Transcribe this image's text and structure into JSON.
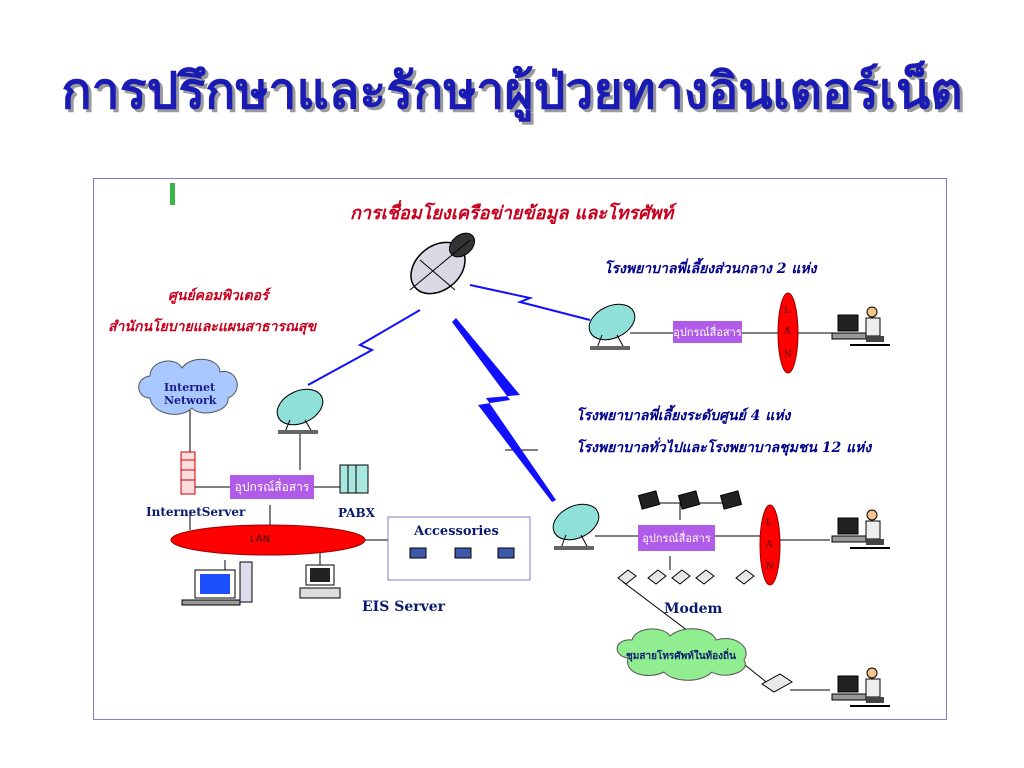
{
  "title": "การปรึกษาและรักษาผู้ป่วยทางอินเตอร์เน็ต",
  "diagram": {
    "heading": "การเชื่อมโยงเครือข่ายข้อมูล และโทรศัพท์",
    "computer_center_line1": "ศูนย์คอมพิวเตอร์",
    "computer_center_line2": "สำนักนโยบายและแผนสาธารณสุข",
    "hospital_group_1": "โรงพยาบาลพี่เลี้ยงส่วนกลาง 2 แห่ง",
    "hospital_group_2": "โรงพยาบาลพี่เลี้ยงระดับศูนย์ 4 แห่ง",
    "hospital_group_3": "โรงพยาบาลทั่วไปและโรงพยาบาลชุมชน 12 แห่ง",
    "internet_line1": "Internet",
    "internet_line2": "Network",
    "comm_device": "อุปกรณ์สื่อสาร",
    "comm_device_short": "อุปกรณ์สื่อสาร",
    "internet_server": "InternetServer",
    "pabx": "PABX",
    "lan": "LAN",
    "lan_letters": [
      "L",
      "A",
      "N"
    ],
    "accessories": "Accessories",
    "eis_server": "EIS Server",
    "modem": "Modem",
    "local_phone_network": "ชุมสายโทรศัพท์ในท้องถิ่น"
  },
  "colors": {
    "title": "#1a1ab4",
    "red_text": "#c8001e",
    "blue_text": "#00008b",
    "lan_red": "#ff0000",
    "comm_box": "#b05ce8",
    "link_blue": "#1010ff",
    "cloud_internet": "#a8c8ff",
    "cloud_phone": "#90ee90"
  }
}
